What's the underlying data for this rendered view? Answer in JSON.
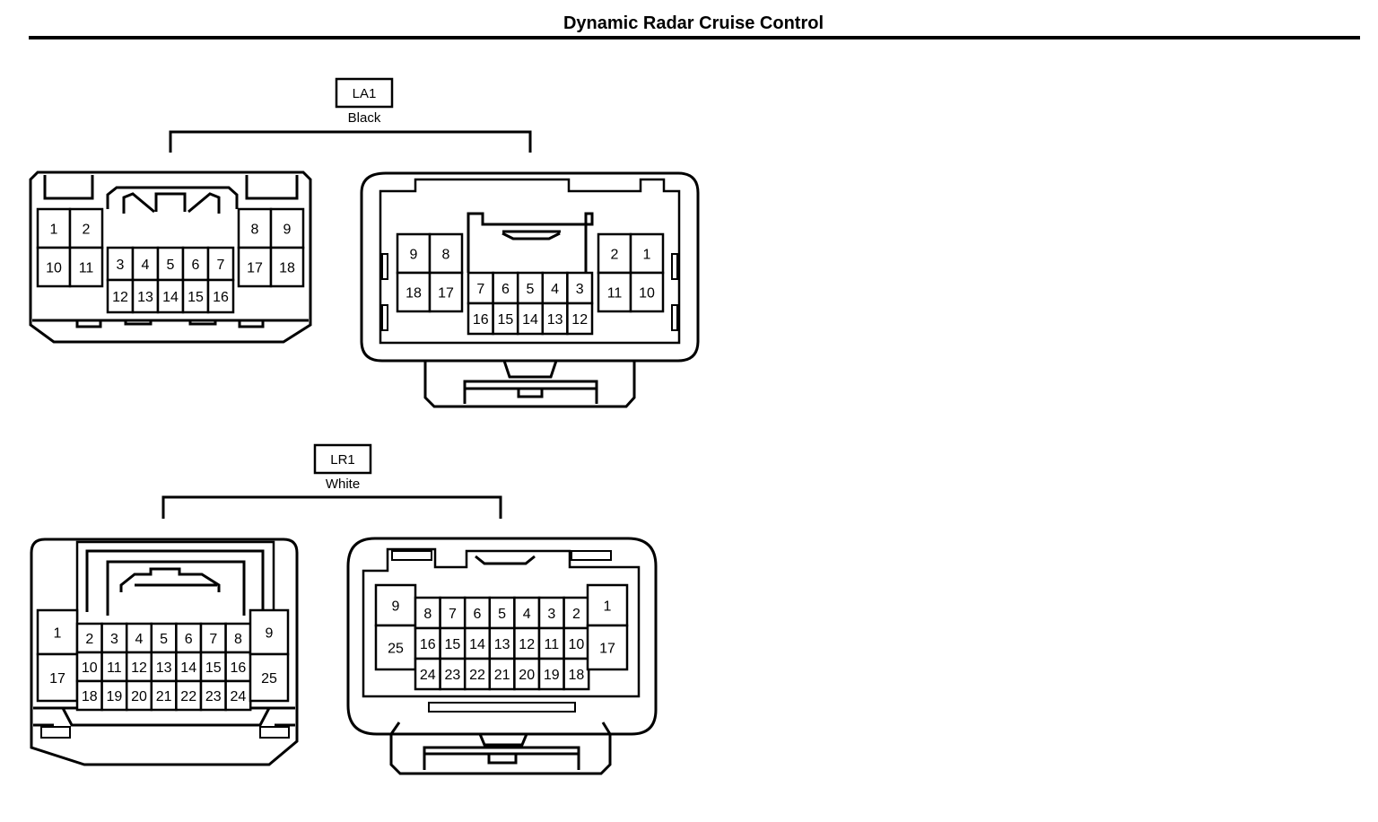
{
  "title": "Dynamic Radar Cruise Control",
  "connectors": [
    {
      "code": "LA1",
      "color": "Black",
      "views": [
        {
          "blocks": [
            {
              "rows": [
                [
                  "1",
                  "2"
                ],
                [
                  "10",
                  "11"
                ]
              ]
            },
            {
              "rows": [
                [
                  "3",
                  "4",
                  "5",
                  "6",
                  "7"
                ],
                [
                  "12",
                  "13",
                  "14",
                  "15",
                  "16"
                ]
              ]
            },
            {
              "rows": [
                [
                  "8",
                  "9"
                ],
                [
                  "17",
                  "18"
                ]
              ]
            }
          ]
        },
        {
          "blocks": [
            {
              "rows": [
                [
                  "9",
                  "8"
                ],
                [
                  "18",
                  "17"
                ]
              ]
            },
            {
              "rows": [
                [
                  "7",
                  "6",
                  "5",
                  "4",
                  "3"
                ],
                [
                  "16",
                  "15",
                  "14",
                  "13",
                  "12"
                ]
              ]
            },
            {
              "rows": [
                [
                  "2",
                  "1"
                ],
                [
                  "11",
                  "10"
                ]
              ]
            }
          ]
        }
      ]
    },
    {
      "code": "LR1",
      "color": "White",
      "views": [
        {
          "blocks": [
            {
              "rows": [
                [
                  "1"
                ],
                [
                  "17"
                ]
              ]
            },
            {
              "rows": [
                [
                  "2",
                  "3",
                  "4",
                  "5",
                  "6",
                  "7",
                  "8"
                ],
                [
                  "10",
                  "11",
                  "12",
                  "13",
                  "14",
                  "15",
                  "16"
                ],
                [
                  "18",
                  "19",
                  "20",
                  "21",
                  "22",
                  "23",
                  "24"
                ]
              ]
            },
            {
              "rows": [
                [
                  "9"
                ],
                [
                  "25"
                ]
              ]
            }
          ]
        },
        {
          "blocks": [
            {
              "rows": [
                [
                  "9"
                ],
                [
                  "25"
                ]
              ]
            },
            {
              "rows": [
                [
                  "8",
                  "7",
                  "6",
                  "5",
                  "4",
                  "3",
                  "2"
                ],
                [
                  "16",
                  "15",
                  "14",
                  "13",
                  "12",
                  "11",
                  "10"
                ],
                [
                  "24",
                  "23",
                  "22",
                  "21",
                  "20",
                  "19",
                  "18"
                ]
              ]
            },
            {
              "rows": [
                [
                  "1"
                ],
                [
                  "17"
                ]
              ]
            }
          ]
        }
      ]
    }
  ]
}
